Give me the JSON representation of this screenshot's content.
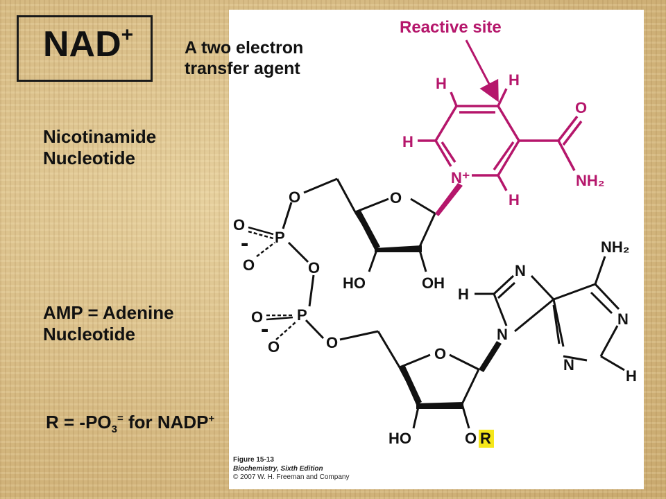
{
  "slide": {
    "title": "NAD",
    "title_sup": "+",
    "subtitle_line1": "A two electron",
    "subtitle_line2": "transfer agent",
    "nicotinamide_line1": "Nicotinamide",
    "nicotinamide_line2": "Nucleotide",
    "amp_line1": "AMP = Adenine",
    "amp_line2": "Nucleotide",
    "r_prefix": "R = -PO",
    "r_sub": "3",
    "r_sup": "=",
    "r_mid": " for NADP",
    "r_sup2": "+"
  },
  "figure": {
    "reactive_site_label": "Reactive site",
    "caption_fig": "Figure 15-13",
    "caption_book": "Biochemistry, Sixth Edition",
    "caption_copy": "© 2007 W. H. Freeman and Company",
    "atoms": {
      "H": "H",
      "O": "O",
      "N": "N",
      "P": "P",
      "NH2": "NH₂",
      "HO": "HO",
      "OH": "OH",
      "OR_O": "O",
      "OR_R": "R",
      "Nplus": "N⁺",
      "minus": "-"
    }
  },
  "colors": {
    "magenta": "#b5166b",
    "highlight": "#f5e71a",
    "ink": "#111111"
  }
}
